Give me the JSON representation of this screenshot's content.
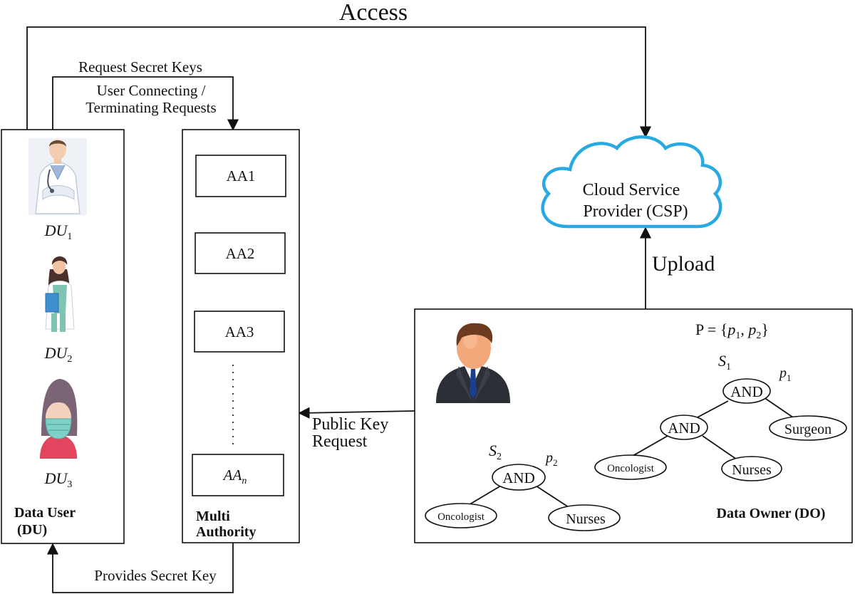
{
  "labels": {
    "access": "Access",
    "request_secret_keys": "Request Secret Keys",
    "user_connecting_line1": "User Connecting /",
    "user_connecting_line2": "Terminating Requests",
    "cloud_line1": "Cloud Service",
    "cloud_line2": "Provider (CSP)",
    "upload": "Upload",
    "public_key_line1": "Public Key",
    "public_key_line2": "Request",
    "provides_secret_key": "Provides Secret Key"
  },
  "data_user": {
    "users": [
      {
        "base": "DU",
        "sub": "1"
      },
      {
        "base": "DU",
        "sub": "2"
      },
      {
        "base": "DU",
        "sub": "3"
      }
    ],
    "title_line1": "Data User",
    "title_line2": "(DU)"
  },
  "multi_authority": {
    "authorities": [
      "AA1",
      "AA2",
      "AA3"
    ],
    "last_base": "AA",
    "last_sub": "n",
    "title_line1": "Multi",
    "title_line2": "Authority"
  },
  "data_owner": {
    "policy_prefix": "P = {",
    "policy_p": "p",
    "policy_sub1": "1",
    "policy_sep": ", ",
    "policy_sub2": "2",
    "policy_suffix": "}",
    "s1_base": "S",
    "s1_sub": "1",
    "p1_base": "p",
    "p1_sub": "1",
    "s2_base": "S",
    "s2_sub": "2",
    "p2_base": "p",
    "p2_sub": "2",
    "tree1": {
      "root": "AND",
      "inner": "AND",
      "leaf_a": "Oncologist",
      "leaf_b": "Nurses",
      "leaf_c": "Surgeon"
    },
    "tree2": {
      "root": "AND",
      "leaf_a": "Oncologist",
      "leaf_b": "Nurses"
    },
    "title": "Data Owner (DO)"
  },
  "colors": {
    "cloud_stroke": "#29a9e1",
    "ink": "#111111"
  }
}
